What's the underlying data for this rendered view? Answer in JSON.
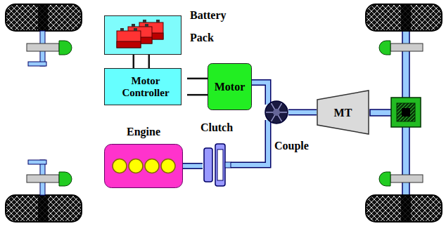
{
  "diagram": {
    "nodes": [
      {
        "text": [
          "Battery Pack"
        ]
      },
      {
        "text": [
          "Motor Controller"
        ]
      },
      {
        "text": [
          "Motor"
        ]
      },
      {
        "text": [
          "Engine"
        ]
      },
      {
        "text": [
          "Clutch"
        ]
      },
      {
        "text": [
          "Couple"
        ]
      },
      {
        "text": [
          "MT"
        ]
      }
    ],
    "edges": [
      {
        "from": 0,
        "to": 1,
        "arrow": "none"
      },
      {
        "from": 1,
        "to": 2,
        "arrow": "none"
      },
      {
        "from": 2,
        "to": 5,
        "arrow": "none"
      },
      {
        "from": 3,
        "to": 4,
        "arrow": "none"
      },
      {
        "from": 4,
        "to": 5,
        "arrow": "none"
      },
      {
        "from": 5,
        "to": 6,
        "arrow": "none"
      }
    ]
  }
}
